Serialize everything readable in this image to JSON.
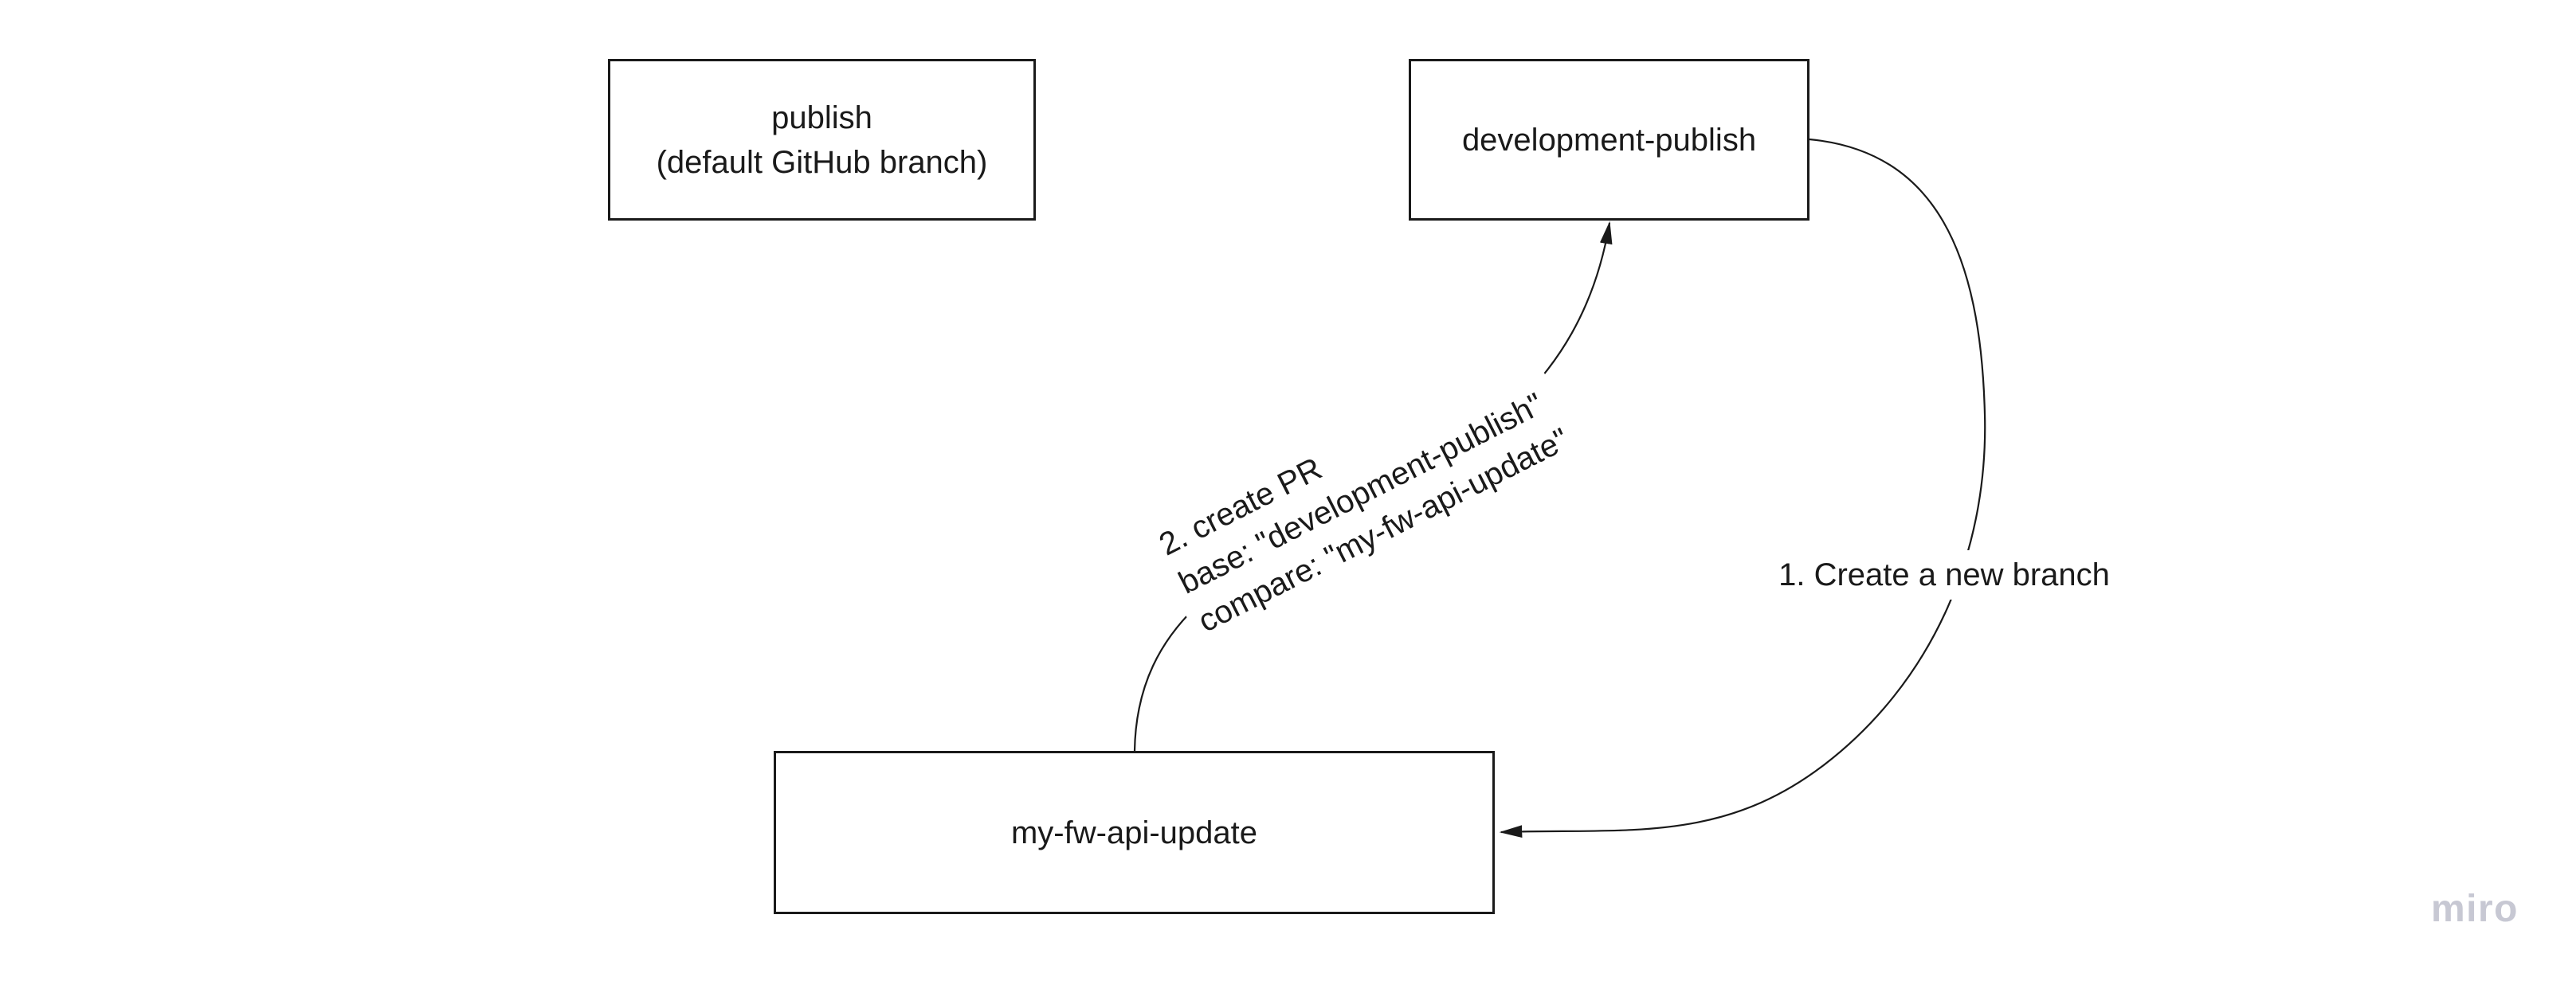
{
  "canvas": {
    "background": "#ffffff",
    "ink_color": "#1a1a1a",
    "watermark_color": "#c7c8d3"
  },
  "nodes": [
    {
      "id": "publish",
      "lines": [
        "publish",
        "(default GitHub branch)"
      ]
    },
    {
      "id": "development-publish",
      "lines": [
        "development-publish"
      ]
    },
    {
      "id": "my-fw-api-update",
      "lines": [
        "my-fw-api-update"
      ]
    }
  ],
  "edges": [
    {
      "id": "create-branch",
      "from": "development-publish",
      "to": "my-fw-api-update",
      "label_lines": [
        "1. Create a new branch"
      ]
    },
    {
      "id": "create-pr",
      "from": "my-fw-api-update",
      "to": "development-publish",
      "label_lines": [
        "2. create PR",
        "base: \"development-publish\"",
        "compare: \"my-fw-api-update\""
      ]
    }
  ],
  "watermark": {
    "label": "miro"
  }
}
